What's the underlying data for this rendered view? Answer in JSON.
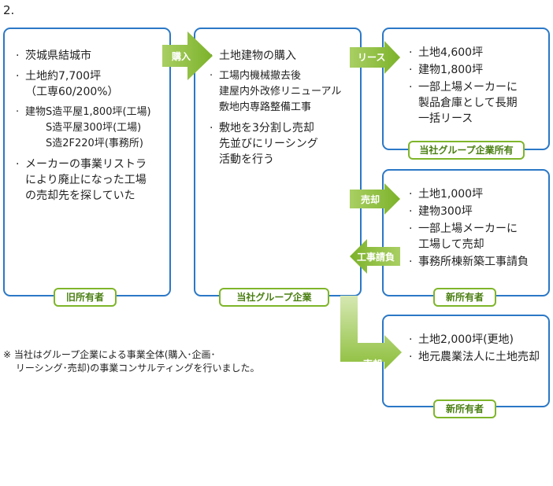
{
  "section_number": "2.",
  "boxes": {
    "former_owner": {
      "items": [
        "茨城県結城市",
        "土地約7,700坪\n（工専60/200%）",
        "建物S造平屋1,800坪(工場)\n　　S造平屋300坪(工場)\n　　S造2F220坪(事務所)",
        "メーカーの事業リストラ\nにより廃止になった工場\nの売却先を探していた"
      ],
      "tag": "旧所有者"
    },
    "group_company": {
      "items": [
        "土地建物の購入",
        "工場内機械撤去後\n建屋内外改修リニューアル\n敷地内専路整備工事",
        "敷地を3分割し売却\n先並びにリーシング\n活動を行う"
      ],
      "tag": "当社グループ企業"
    },
    "lease": {
      "items": [
        "土地4,600坪",
        "建物1,800坪",
        "一部上場メーカーに\n製品倉庫として長期\n一括リース"
      ],
      "tag": "当社グループ企業所有"
    },
    "sale1": {
      "items": [
        "土地1,000坪",
        "建物300坪",
        "一部上場メーカーに\n工場して売却",
        "事務所棟新築工事請負"
      ],
      "tag": "新所有者"
    },
    "sale2": {
      "items": [
        "土地2,000坪(更地)",
        "地元農業法人に土地売却"
      ],
      "tag": "新所有者"
    }
  },
  "arrows": {
    "purchase": "購入",
    "lease": "リース",
    "sale1": "売却",
    "construction": "工事請負",
    "sale2": "売却"
  },
  "note": "※ 当社はグループ企業による事業全体(購入･企画･\n　 リーシング･売却)の事業コンサルティングを行いました。",
  "colors": {
    "box_border": "#2b78c6",
    "arrow_green": "#8cbe3a",
    "tag_border": "#7fb52a"
  }
}
